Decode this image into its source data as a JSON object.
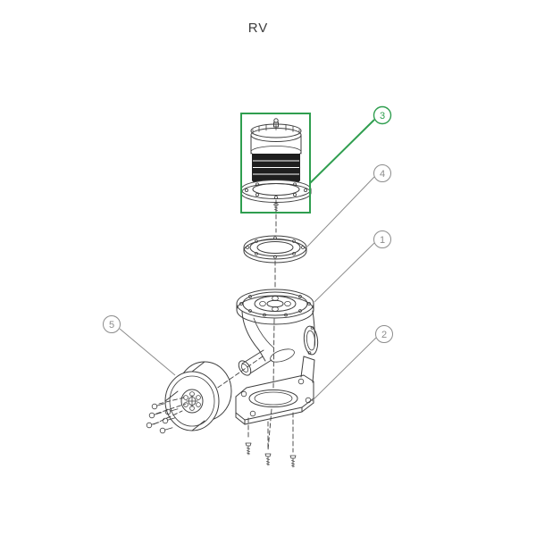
{
  "title": "RV",
  "colors": {
    "highlight_green": "#2f9e4f",
    "line_dark": "#3f3f3f",
    "callout_gray": "#8c8c8c"
  },
  "callouts": [
    {
      "label": "3",
      "highlighted": true
    },
    {
      "label": "4",
      "highlighted": false
    },
    {
      "label": "1",
      "highlighted": false
    },
    {
      "label": "2",
      "highlighted": false
    },
    {
      "label": "5",
      "highlighted": false
    }
  ]
}
